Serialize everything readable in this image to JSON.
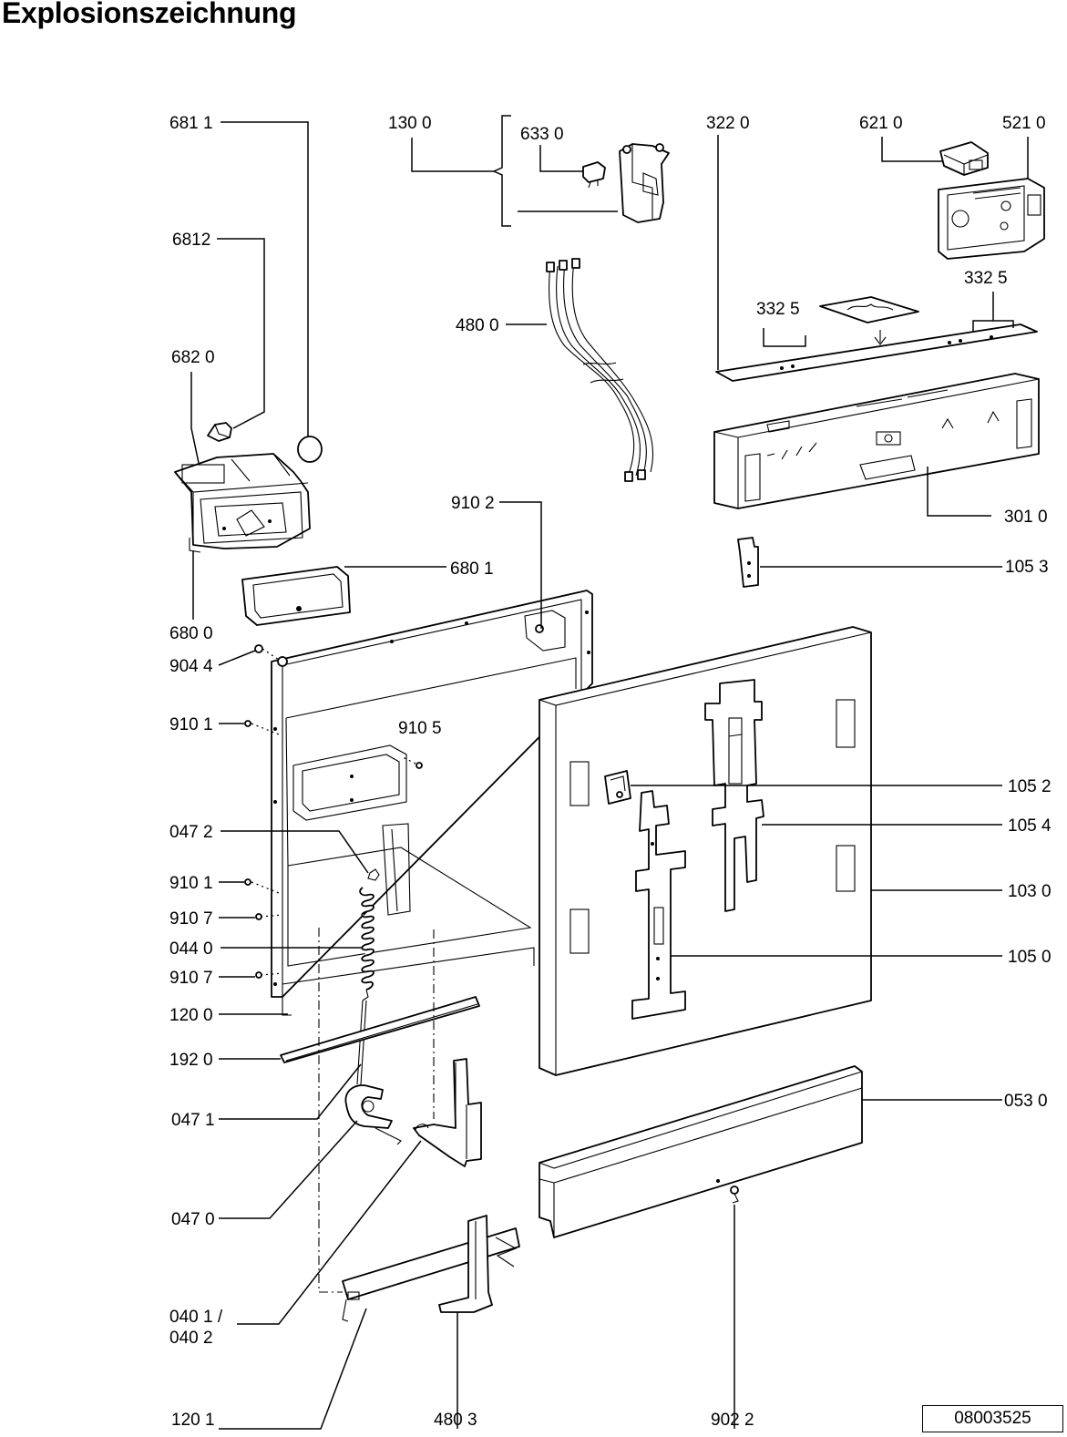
{
  "title": "Explosionszeichnung",
  "document_number": "08003525",
  "callouts": [
    {
      "id": "6811",
      "text": "681 1"
    },
    {
      "id": "1300",
      "text": "130 0"
    },
    {
      "id": "6330",
      "text": "633 0"
    },
    {
      "id": "3220",
      "text": "322  0"
    },
    {
      "id": "6210",
      "text": "621 0"
    },
    {
      "id": "5210",
      "text": "521 0"
    },
    {
      "id": "6812",
      "text": "6812"
    },
    {
      "id": "3325a",
      "text": "332  5"
    },
    {
      "id": "3325b",
      "text": "332  5"
    },
    {
      "id": "4800",
      "text": "480 0"
    },
    {
      "id": "6820",
      "text": "682 0"
    },
    {
      "id": "9102",
      "text": "910 2"
    },
    {
      "id": "3010",
      "text": "301 0"
    },
    {
      "id": "6801",
      "text": "680 1"
    },
    {
      "id": "1053",
      "text": "105 3"
    },
    {
      "id": "6800",
      "text": "680 0"
    },
    {
      "id": "9044",
      "text": "904 4"
    },
    {
      "id": "9101a",
      "text": "910 1"
    },
    {
      "id": "9105",
      "text": "910 5"
    },
    {
      "id": "1052",
      "text": "105 2"
    },
    {
      "id": "0472",
      "text": "047 2"
    },
    {
      "id": "1054",
      "text": "105 4"
    },
    {
      "id": "9101b",
      "text": "910 1"
    },
    {
      "id": "1030",
      "text": "103 0"
    },
    {
      "id": "9107a",
      "text": "910 7"
    },
    {
      "id": "0440",
      "text": "044 0"
    },
    {
      "id": "1050",
      "text": "105 0"
    },
    {
      "id": "9107b",
      "text": "910 7"
    },
    {
      "id": "1200",
      "text": "120 0"
    },
    {
      "id": "1920",
      "text": "192 0"
    },
    {
      "id": "0530",
      "text": "053 0"
    },
    {
      "id": "0471",
      "text": "047 1"
    },
    {
      "id": "0470",
      "text": "047 0"
    },
    {
      "id": "0401",
      "text": "040 1 /"
    },
    {
      "id": "0402",
      "text": "040 2"
    },
    {
      "id": "1201",
      "text": "120 1"
    },
    {
      "id": "4803",
      "text": "480 3"
    },
    {
      "id": "9022",
      "text": "902 2"
    }
  ]
}
